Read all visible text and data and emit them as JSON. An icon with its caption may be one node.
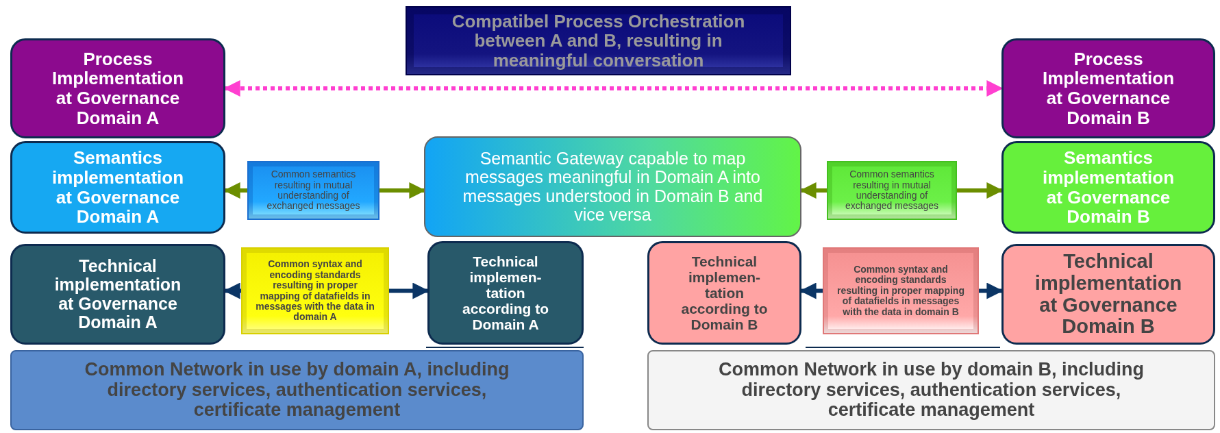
{
  "diagram": {
    "nodes": [
      {
        "text": [
          "Compatibel Process Orchestration between A and B, resulting in meaningful conversation"
        ]
      },
      {
        "text": [
          "Process Implementation at Governance Domain A"
        ]
      },
      {
        "text": [
          "Process Implementation at Governance Domain B"
        ]
      },
      {
        "text": [
          "Semantics implementation at Governance Domain A"
        ]
      },
      {
        "text": [
          "Common semantics resulting in mutual understanding of exchanged messages"
        ]
      },
      {
        "text": [
          "Semantic Gateway  capable  to map messages meaningful in Domain A into messages understood in Domain B and vice versa"
        ]
      },
      {
        "text": [
          "Common semantics resulting in mutual understanding of exchanged messages"
        ]
      },
      {
        "text": [
          "Semantics implementation at Governance Domain B"
        ]
      },
      {
        "text": [
          "Technical implementation at Governance Domain A"
        ]
      },
      {
        "text": [
          "Common syntax and encoding standards resulting in proper mapping of datafields in messages with the data in domain A"
        ]
      },
      {
        "text": [
          "Technical implemen- tation according to Domain A"
        ]
      },
      {
        "text": [
          "Technical implemen- tation according to Domain B"
        ]
      },
      {
        "text": [
          "Common syntax and encoding standards resulting in proper mapping of datafields in messages with the data in domain B"
        ]
      },
      {
        "text": [
          "Technical implementation at Governance Domain B"
        ]
      },
      {
        "text": [
          "Common Network in use by domain A, including directory services, authentication services, certificate management"
        ]
      },
      {
        "text": [
          "Common Network in use by domain B, including directory services, authentication services, certificate management"
        ]
      }
    ],
    "edges": [
      {
        "from": 1,
        "to": 2,
        "arrow": "both",
        "style": "dashed",
        "color": "#ff3fd0"
      },
      {
        "from": 4,
        "to": 3,
        "arrow": "to",
        "color": "#6b8e00"
      },
      {
        "from": 4,
        "to": 5,
        "arrow": "to",
        "color": "#6b8e00"
      },
      {
        "from": 6,
        "to": 5,
        "arrow": "to",
        "color": "#6b8e00"
      },
      {
        "from": 6,
        "to": 7,
        "arrow": "to",
        "color": "#6b8e00"
      },
      {
        "from": 9,
        "to": 8,
        "arrow": "to",
        "color": "#0b3565"
      },
      {
        "from": 9,
        "to": 10,
        "arrow": "to",
        "color": "#0b3565"
      },
      {
        "from": 12,
        "to": 11,
        "arrow": "to",
        "color": "#0b3565"
      },
      {
        "from": 12,
        "to": 13,
        "arrow": "to",
        "color": "#0b3565"
      }
    ]
  }
}
